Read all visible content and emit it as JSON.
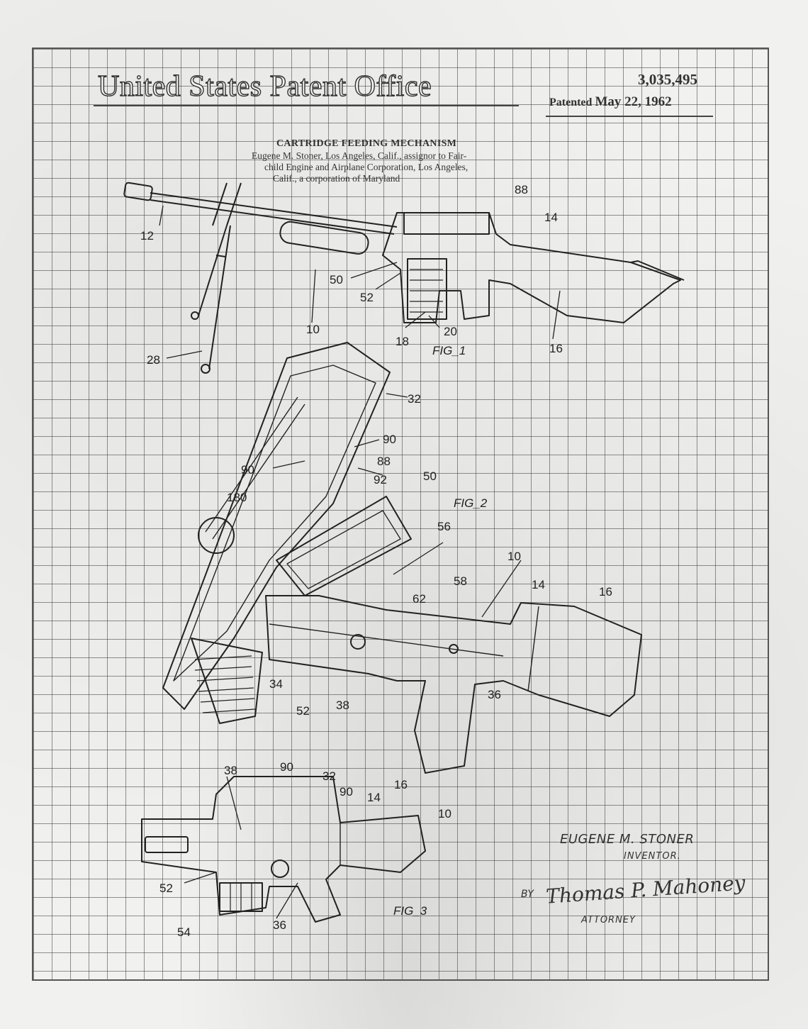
{
  "header": {
    "office": "United States Patent Office",
    "patent_number": "3,035,495",
    "patented_label": "Patented",
    "patented_date": "May 22, 1962"
  },
  "abstract": {
    "title": "CARTRIDGE FEEDING MECHANISM",
    "lines": [
      "Eugene M. Stoner, Los Angeles, Calif., assignor to Fair-",
      "child Engine and Airplane Corporation, Los Angeles,",
      "Calif., a corporation of Maryland"
    ]
  },
  "figures": {
    "fig1": {
      "label": "FIG_1",
      "refs": [
        "12",
        "88",
        "14",
        "50",
        "52",
        "10",
        "18",
        "20",
        "16",
        "28"
      ]
    },
    "fig2": {
      "label": "FIG_2",
      "refs": [
        "32",
        "90",
        "90",
        "88",
        "92",
        "50",
        "180",
        "56",
        "10",
        "14",
        "16",
        "58",
        "62",
        "34",
        "52",
        "38",
        "36"
      ]
    },
    "fig3": {
      "label": "FIG_3",
      "refs": [
        "38",
        "90",
        "32",
        "90",
        "14",
        "16",
        "10",
        "52",
        "54",
        "36"
      ]
    }
  },
  "inventor": {
    "name": "EUGENE M. STONER",
    "role": "INVENTOR."
  },
  "attorney": {
    "by_label": "BY",
    "signature": "Thomas P. Mahoney",
    "role": "ATTORNEY"
  },
  "colors": {
    "paper": "#f1f1ef",
    "ink": "#222222",
    "grid": "#555555"
  }
}
